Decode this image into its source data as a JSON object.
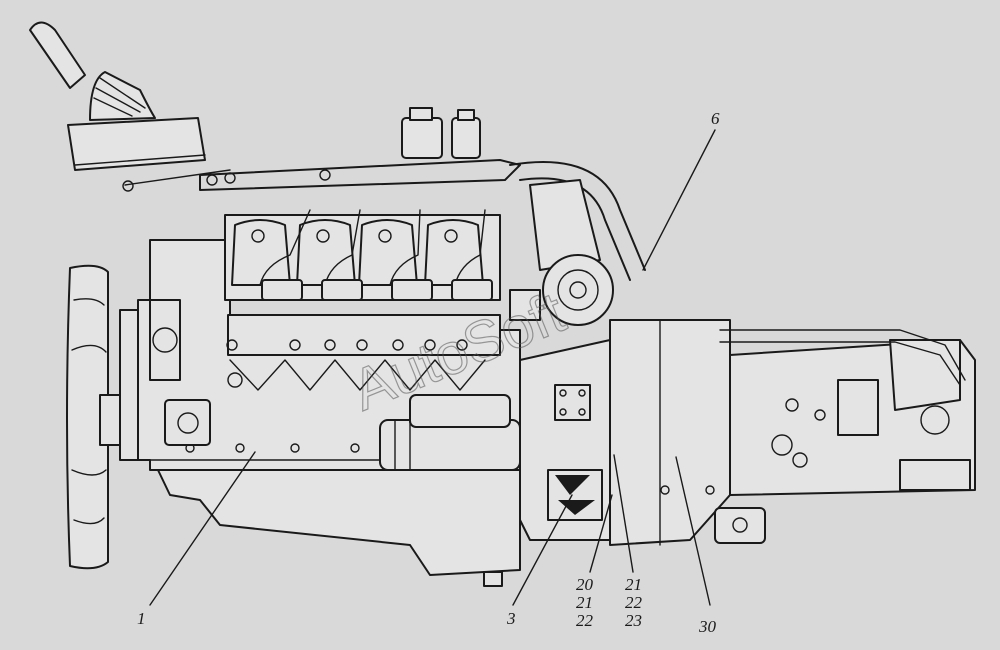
{
  "diagram": {
    "watermark": "AutoSoft",
    "callouts": [
      {
        "id": "c1",
        "lines": [
          "1"
        ]
      },
      {
        "id": "c3",
        "lines": [
          "3"
        ]
      },
      {
        "id": "c6",
        "lines": [
          "6"
        ]
      },
      {
        "id": "c20",
        "lines": [
          "20",
          "21",
          "22"
        ]
      },
      {
        "id": "c21",
        "lines": [
          "21",
          "22",
          "23"
        ]
      },
      {
        "id": "c30",
        "lines": [
          "30"
        ]
      }
    ]
  }
}
